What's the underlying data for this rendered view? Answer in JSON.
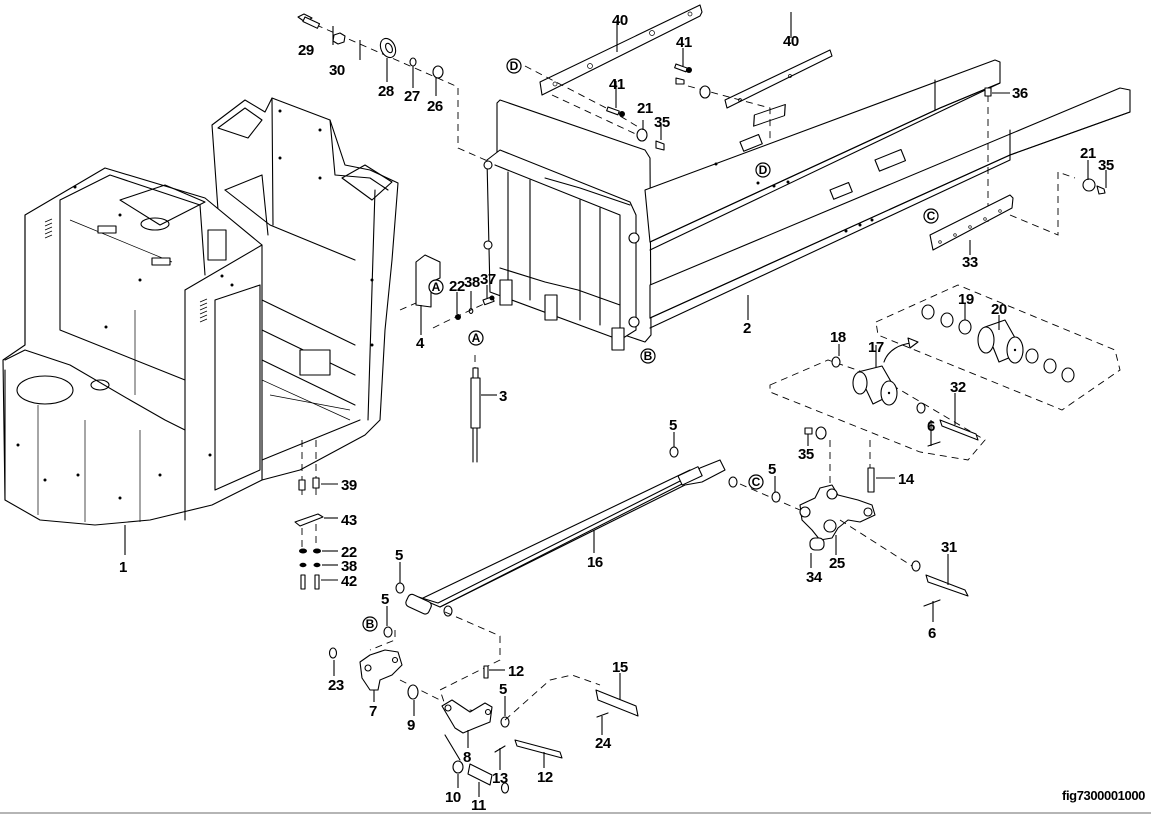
{
  "figure": {
    "id_label": "fig7300001000",
    "type": "exploded-parts-diagram",
    "subject": "pallet truck chassis, fork frame and linkage"
  },
  "callouts": {
    "c1": "1",
    "c2": "2",
    "c3": "3",
    "c4": "4",
    "c5a": "5",
    "c5b": "5",
    "c5c": "5",
    "c5d": "5",
    "c5e": "5",
    "c6a": "6",
    "c6b": "6",
    "c7": "7",
    "c8": "8",
    "c9": "9",
    "c10": "10",
    "c11": "11",
    "c12a": "12",
    "c12b": "12",
    "c13": "13",
    "c14": "14",
    "c15": "15",
    "c16": "16",
    "c17": "17",
    "c18": "18",
    "c19": "19",
    "c20": "20",
    "c21a": "21",
    "c21b": "21",
    "c22a": "22",
    "c22b": "22",
    "c23": "23",
    "c24": "24",
    "c25": "25",
    "c26": "26",
    "c27": "27",
    "c28": "28",
    "c29": "29",
    "c30": "30",
    "c31": "31",
    "c32": "32",
    "c33": "33",
    "c34": "34",
    "c35a": "35",
    "c35b": "35",
    "c35c": "35",
    "c36": "36",
    "c37": "37",
    "c38a": "38",
    "c38b": "38",
    "c39": "39",
    "c40a": "40",
    "c40b": "40",
    "c41a": "41",
    "c41b": "41",
    "c42": "42",
    "c43": "43"
  },
  "reference_markers": {
    "A1": "A",
    "A2": "A",
    "B1": "B",
    "B2": "B",
    "C1": "C",
    "C2": "C",
    "D1": "D",
    "D2": "D"
  }
}
